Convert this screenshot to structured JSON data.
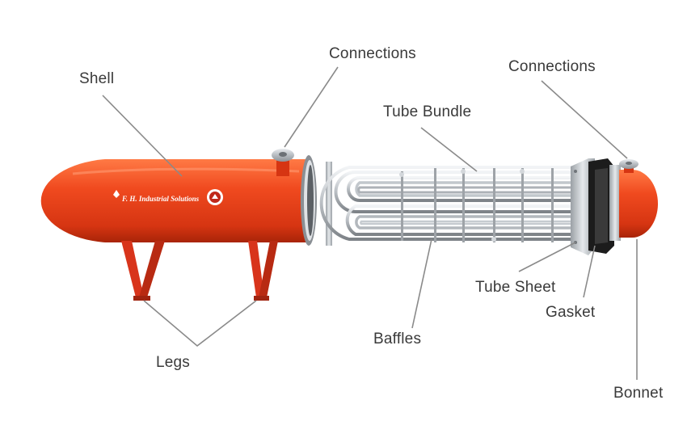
{
  "labels": {
    "shell": "Shell",
    "connections_left": "Connections",
    "connections_right": "Connections",
    "tube_bundle": "Tube Bundle",
    "tube_sheet": "Tube Sheet",
    "gasket": "Gasket",
    "baffles": "Baffles",
    "legs": "Legs",
    "bonnet": "Bonnet"
  },
  "logo": {
    "text": "F. H. Industrial Solutions"
  },
  "colors": {
    "shell": "#e8421e",
    "steel": "#c9ced3",
    "gasket": "#1a1a1a",
    "leader": "#8a8a8a",
    "text": "#3a3a3a"
  }
}
